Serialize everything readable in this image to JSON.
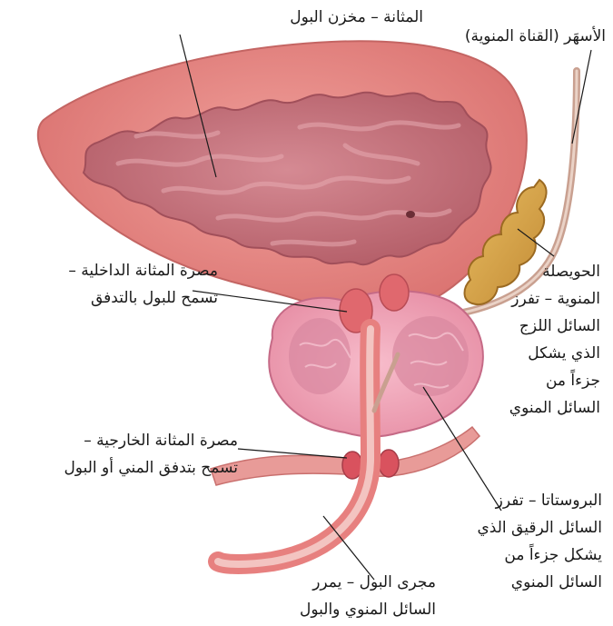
{
  "labels": {
    "bladder": [
      "المثانة – مخزن البول"
    ],
    "vas_deferens": [
      "الأسهَر (القناة المنوية)"
    ],
    "seminal_vesicle": [
      "الحويصلة",
      "المنوية – تفرز",
      "السائل اللزج",
      "الذي يشكل",
      "جزءاً من",
      "السائل المنوي"
    ],
    "internal_sphincter": [
      "مصرة المثانة الداخلية –",
      "تسمح للبول بالتدفق"
    ],
    "external_sphincter": [
      "مصرة المثانة الخارجية –",
      "تسمح بتدفق المني أو البول"
    ],
    "prostate": [
      "البروستاتا – تفرز",
      "السائل الرقيق الذي",
      "يشكل جزءاً من",
      "السائل المنوي"
    ],
    "urethra": [
      "مجرى البول – يمرر",
      "السائل المنوي والبول"
    ]
  },
  "colors": {
    "bladder_wall": "#e88a87",
    "bladder_lumen": "#c9707a",
    "prostate": "#f0a6b8",
    "seminal_vesicle": "#d7a54a",
    "vas_deferens": "#c9a090",
    "leader_line": "#1a1a1a"
  }
}
